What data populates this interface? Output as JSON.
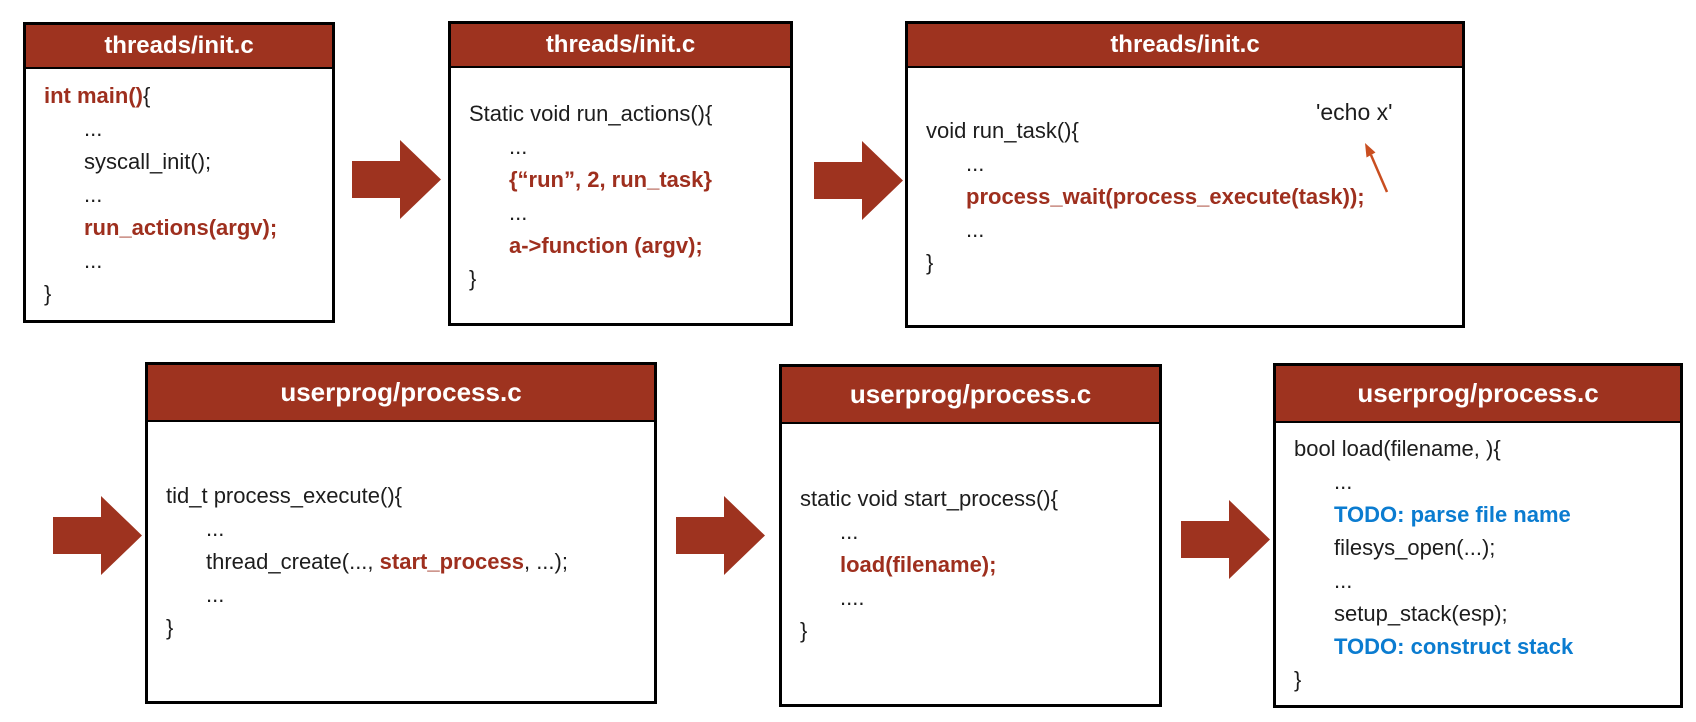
{
  "colors": {
    "accent": "#9E331F",
    "code_red": "#9E2F1E",
    "todo_blue": "#0B7CD0",
    "pointer_orange": "#C94E20",
    "header_text": "#FFFFFF",
    "code_black": "#1D1D1D",
    "border": "#000000",
    "background": "#FFFFFF"
  },
  "annotation": {
    "text": "'echo x'"
  },
  "boxes": [
    {
      "id": "init-main",
      "title": "threads/init.c",
      "lines": [
        {
          "ind": false,
          "segs": [
            {
              "t": "int main()",
              "s": "r"
            },
            {
              "t": "{",
              "s": "k"
            }
          ]
        },
        {
          "ind": true,
          "segs": [
            {
              "t": "...",
              "s": "k"
            }
          ]
        },
        {
          "ind": true,
          "segs": [
            {
              "t": "syscall_init();",
              "s": "k"
            }
          ]
        },
        {
          "ind": true,
          "segs": [
            {
              "t": "...",
              "s": "k"
            }
          ]
        },
        {
          "ind": true,
          "segs": [
            {
              "t": "run_actions(argv);",
              "s": "r"
            }
          ]
        },
        {
          "ind": true,
          "segs": [
            {
              "t": "...",
              "s": "k"
            }
          ]
        },
        {
          "ind": false,
          "segs": [
            {
              "t": "}",
              "s": "k"
            }
          ]
        }
      ]
    },
    {
      "id": "init-run-actions",
      "title": "threads/init.c",
      "lines": [
        {
          "ind": false,
          "segs": [
            {
              "t": "Static void run_actions(){",
              "s": "k"
            }
          ]
        },
        {
          "ind": true,
          "segs": [
            {
              "t": "...",
              "s": "k"
            }
          ]
        },
        {
          "ind": true,
          "segs": [
            {
              "t": "{“run”, 2, run_task}",
              "s": "r"
            }
          ]
        },
        {
          "ind": true,
          "segs": [
            {
              "t": "...",
              "s": "k"
            }
          ]
        },
        {
          "ind": true,
          "segs": [
            {
              "t": "a->function (argv);",
              "s": "r"
            }
          ]
        },
        {
          "ind": false,
          "segs": [
            {
              "t": "}",
              "s": "k"
            }
          ]
        }
      ]
    },
    {
      "id": "init-run-task",
      "title": "threads/init.c",
      "lines": [
        {
          "ind": false,
          "segs": [
            {
              "t": "void run_task(){",
              "s": "k"
            }
          ]
        },
        {
          "ind": true,
          "segs": [
            {
              "t": "...",
              "s": "k"
            }
          ]
        },
        {
          "ind": true,
          "segs": [
            {
              "t": "process_wait(process_execute(task));",
              "s": "r"
            }
          ]
        },
        {
          "ind": true,
          "segs": [
            {
              "t": "...",
              "s": "k"
            }
          ]
        },
        {
          "ind": false,
          "segs": [
            {
              "t": "}",
              "s": "k"
            }
          ]
        }
      ]
    },
    {
      "id": "process-execute",
      "title": "userprog/process.c",
      "lines": [
        {
          "ind": false,
          "segs": [
            {
              "t": "tid_t process_execute(){",
              "s": "k"
            }
          ]
        },
        {
          "ind": true,
          "segs": [
            {
              "t": "...",
              "s": "k"
            }
          ]
        },
        {
          "ind": true,
          "segs": [
            {
              "t": "thread_create(..., ",
              "s": "k"
            },
            {
              "t": "start_process",
              "s": "r"
            },
            {
              "t": ", ...);",
              "s": "k"
            }
          ]
        },
        {
          "ind": true,
          "segs": [
            {
              "t": "...",
              "s": "k"
            }
          ]
        },
        {
          "ind": false,
          "segs": [
            {
              "t": "}",
              "s": "k"
            }
          ]
        }
      ]
    },
    {
      "id": "start-process",
      "title": "userprog/process.c",
      "lines": [
        {
          "ind": false,
          "segs": [
            {
              "t": "static void start_process(){",
              "s": "k"
            }
          ]
        },
        {
          "ind": true,
          "segs": [
            {
              "t": "...",
              "s": "k"
            }
          ]
        },
        {
          "ind": true,
          "segs": [
            {
              "t": "load(filename);",
              "s": "r"
            }
          ]
        },
        {
          "ind": true,
          "segs": [
            {
              "t": "....",
              "s": "k"
            }
          ]
        },
        {
          "ind": false,
          "segs": [
            {
              "t": "}",
              "s": "k"
            }
          ]
        }
      ]
    },
    {
      "id": "load",
      "title": "userprog/process.c",
      "lines": [
        {
          "ind": false,
          "segs": [
            {
              "t": "bool load(filename, ){",
              "s": "k"
            }
          ]
        },
        {
          "ind": true,
          "segs": [
            {
              "t": "...",
              "s": "k"
            }
          ]
        },
        {
          "ind": true,
          "segs": [
            {
              "t": "TODO: parse file name",
              "s": "b"
            }
          ]
        },
        {
          "ind": true,
          "segs": [
            {
              "t": "filesys_open(...);",
              "s": "k"
            }
          ]
        },
        {
          "ind": true,
          "segs": [
            {
              "t": "...",
              "s": "k"
            }
          ]
        },
        {
          "ind": true,
          "segs": [
            {
              "t": "setup_stack(esp);",
              "s": "k"
            }
          ]
        },
        {
          "ind": true,
          "segs": [
            {
              "t": "TODO: construct stack",
              "s": "b"
            }
          ]
        },
        {
          "ind": false,
          "segs": [
            {
              "t": "}",
              "s": "k"
            }
          ]
        }
      ]
    }
  ]
}
